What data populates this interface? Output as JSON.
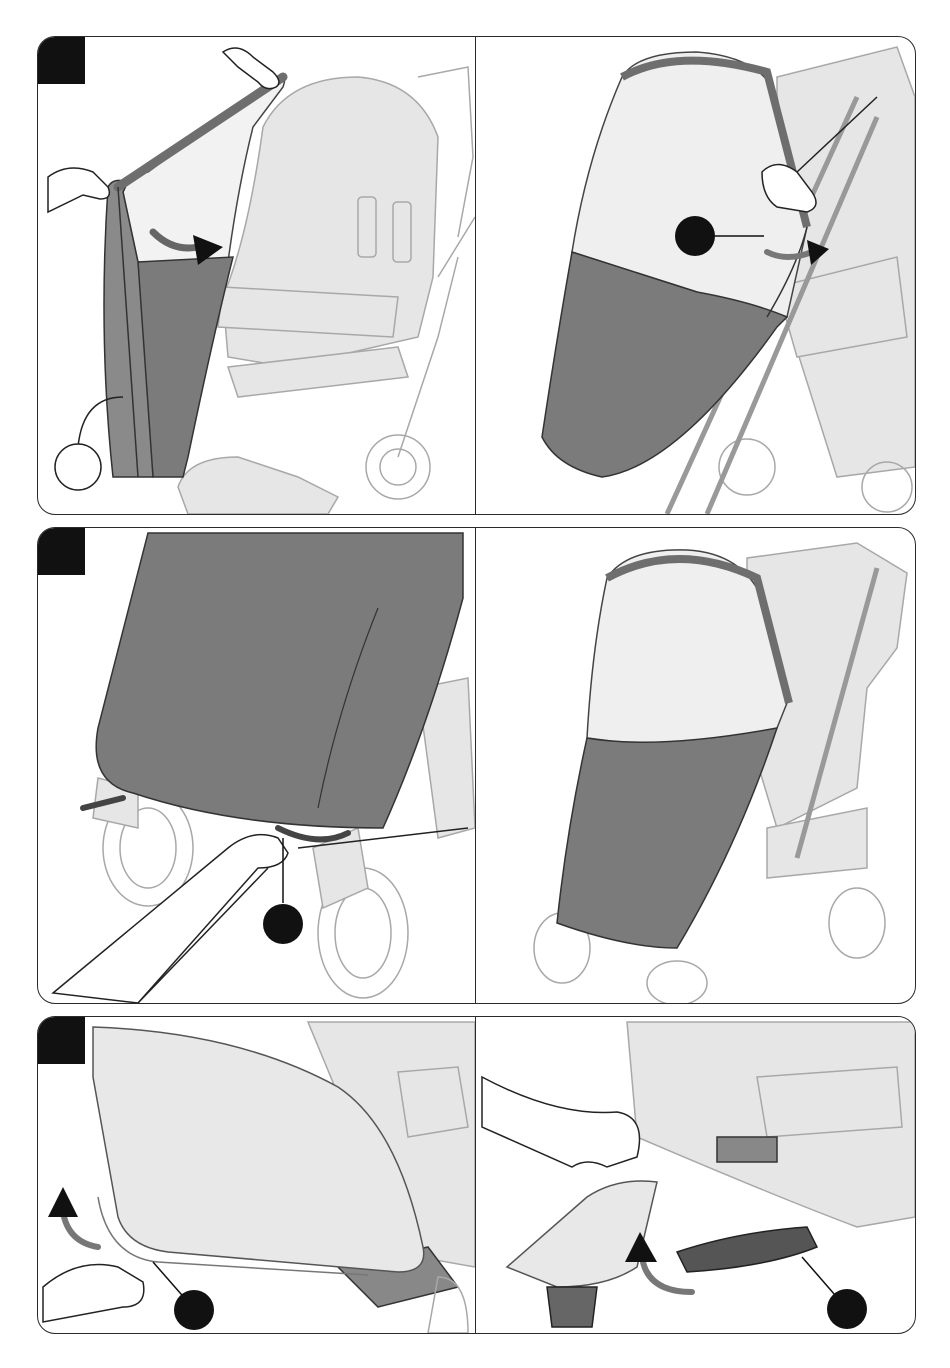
{
  "figure": {
    "rows": [
      {
        "step": "",
        "left_panel": "rain-cover-attach-over-hood",
        "right_panel": "rain-cover-fasten-button"
      },
      {
        "step": "",
        "left_panel": "rain-cover-hook-strap-to-wheel",
        "right_panel": "rain-cover-fitted-complete"
      },
      {
        "step": "",
        "left_panel": "bumper-bar-release-lever",
        "right_panel": "footrest-lift-adjust"
      }
    ],
    "callouts": [
      "",
      "",
      "",
      "",
      ""
    ]
  },
  "colors": {
    "cover_dark": "#7b7b7b",
    "cover_clear": "#eeeeee",
    "stroller_light": "#e3e3e3",
    "stroller_line": "#a6a6a6",
    "ink": "#222222",
    "callout_fill": "#111111"
  },
  "icons": [
    "hand-icon",
    "curved-arrow-icon",
    "callout-marker-icon"
  ]
}
